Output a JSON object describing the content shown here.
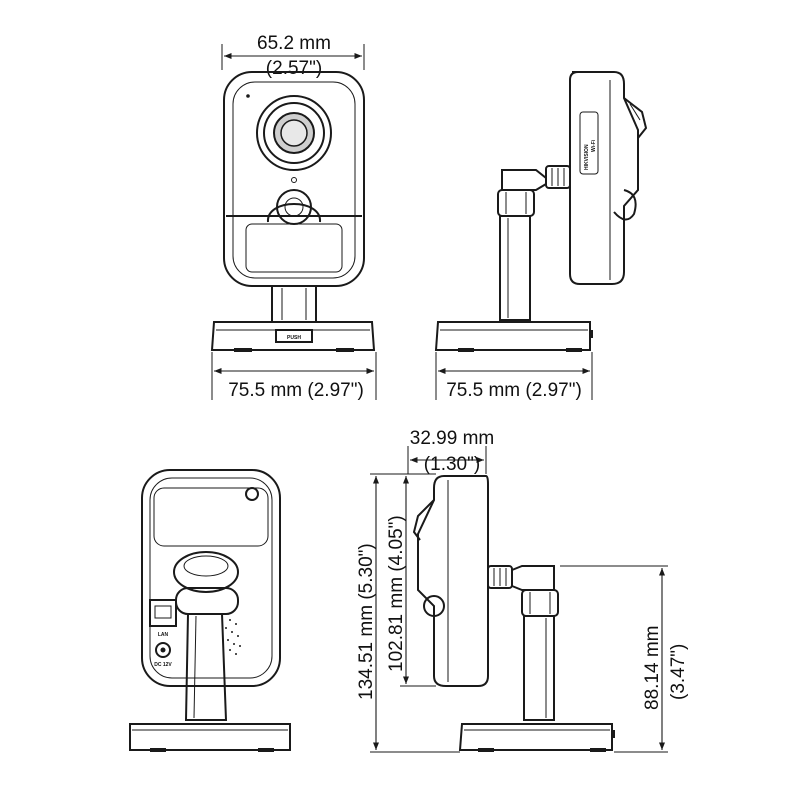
{
  "dimensions": {
    "front_width_mm": "65.2 mm",
    "front_width_in": "(2.57\")",
    "front_base_width": "75.5 mm (2.97\")",
    "side_base_width": "75.5 mm (2.97\")",
    "depth_mm": "32.99 mm",
    "depth_in": "(1.30\")",
    "total_height": "134.51 mm (5.30\")",
    "body_height": "102.81 mm (4.05\")",
    "mount_height_mm": "88.14 mm",
    "mount_height_in": "(3.47\")"
  },
  "labels": {
    "push": "PUSH",
    "lan": "LAN",
    "dc": "DC 12V",
    "side_label_1": "HIKVISION",
    "side_label_2": "Wi-Fi"
  }
}
